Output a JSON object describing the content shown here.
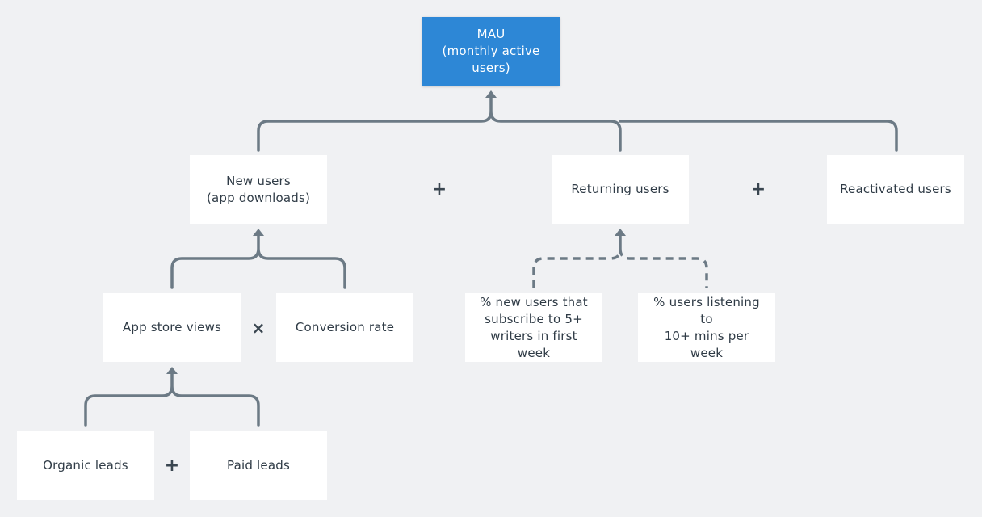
{
  "colors": {
    "root_fill": "#2d87d6",
    "node_fill": "#ffffff",
    "connector": "#6c7a85",
    "background": "#f0f1f3"
  },
  "nodes": {
    "mau": "MAU\n(monthly active\nusers)",
    "new_users": "New users\n(app downloads)",
    "returning_users": "Returning users",
    "reactivated_users": "Reactivated users",
    "app_store_views": "App store views",
    "conversion_rate": "Conversion rate",
    "pct_new_subscribe": "% new users that\nsubscribe to 5+\nwriters in first week",
    "pct_listening": "% users listening to\n10+ mins per week",
    "organic_leads": "Organic leads",
    "paid_leads": "Paid leads"
  },
  "operators": {
    "plus": "+",
    "times": "×"
  }
}
